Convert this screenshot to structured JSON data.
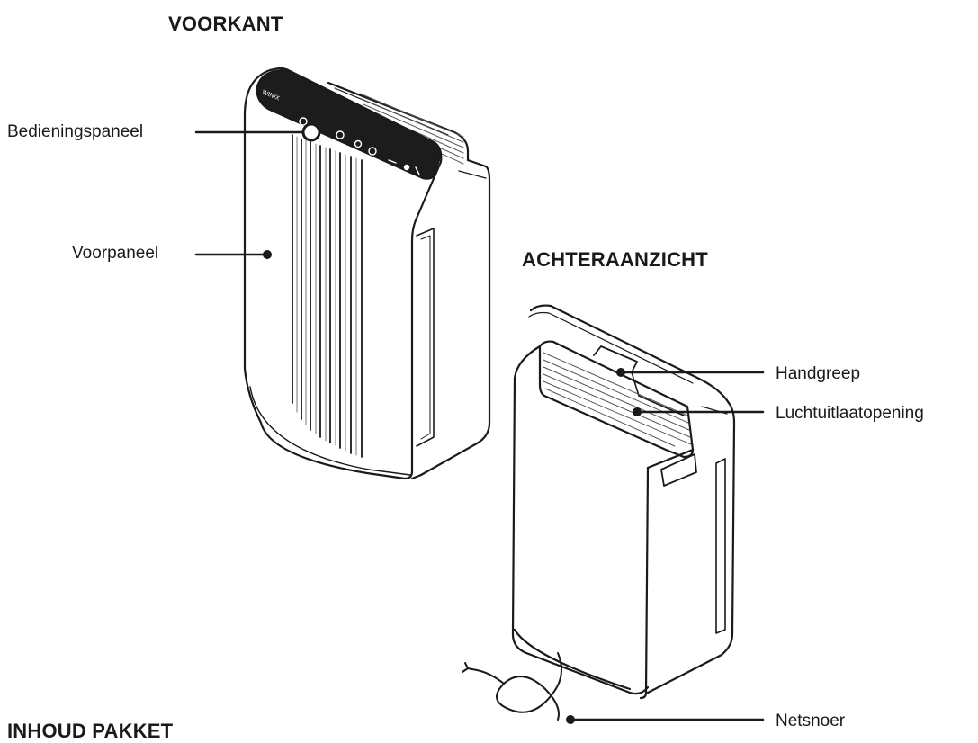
{
  "headings": {
    "front": "VOORKANT",
    "back": "ACHTERAANZICHT",
    "package": "INHOUD PAKKET"
  },
  "callouts": {
    "control_panel": "Bedieningspaneel",
    "front_panel": "Voorpaneel",
    "handle": "Handgreep",
    "air_outlet": "Luchtuitlaatopening",
    "power_cord": "Netsnoer"
  },
  "panel_logo": "WINIX"
}
